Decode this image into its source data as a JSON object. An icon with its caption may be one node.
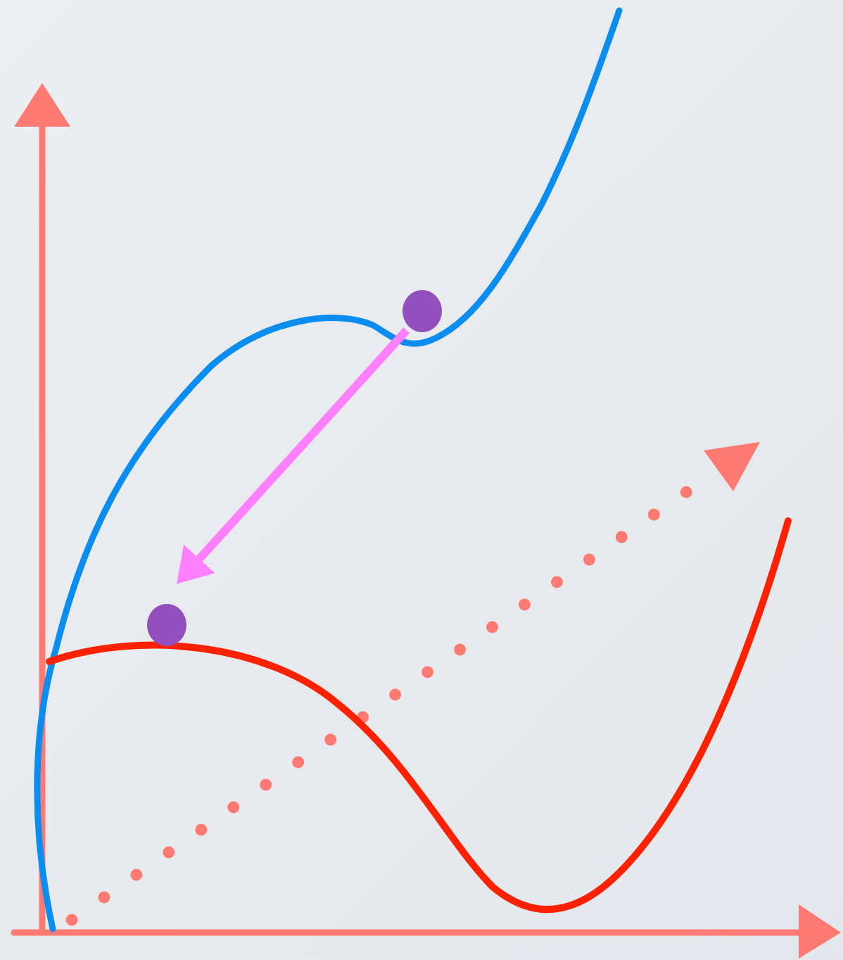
{
  "diagram": {
    "nodes": [
      {
        "text": [],
        "shape": "circle"
      },
      {
        "text": [],
        "shape": "circle"
      }
    ],
    "edges": [
      {
        "from": 0,
        "to": 1,
        "arrow": "to",
        "color": "#ff80ff"
      }
    ]
  }
}
